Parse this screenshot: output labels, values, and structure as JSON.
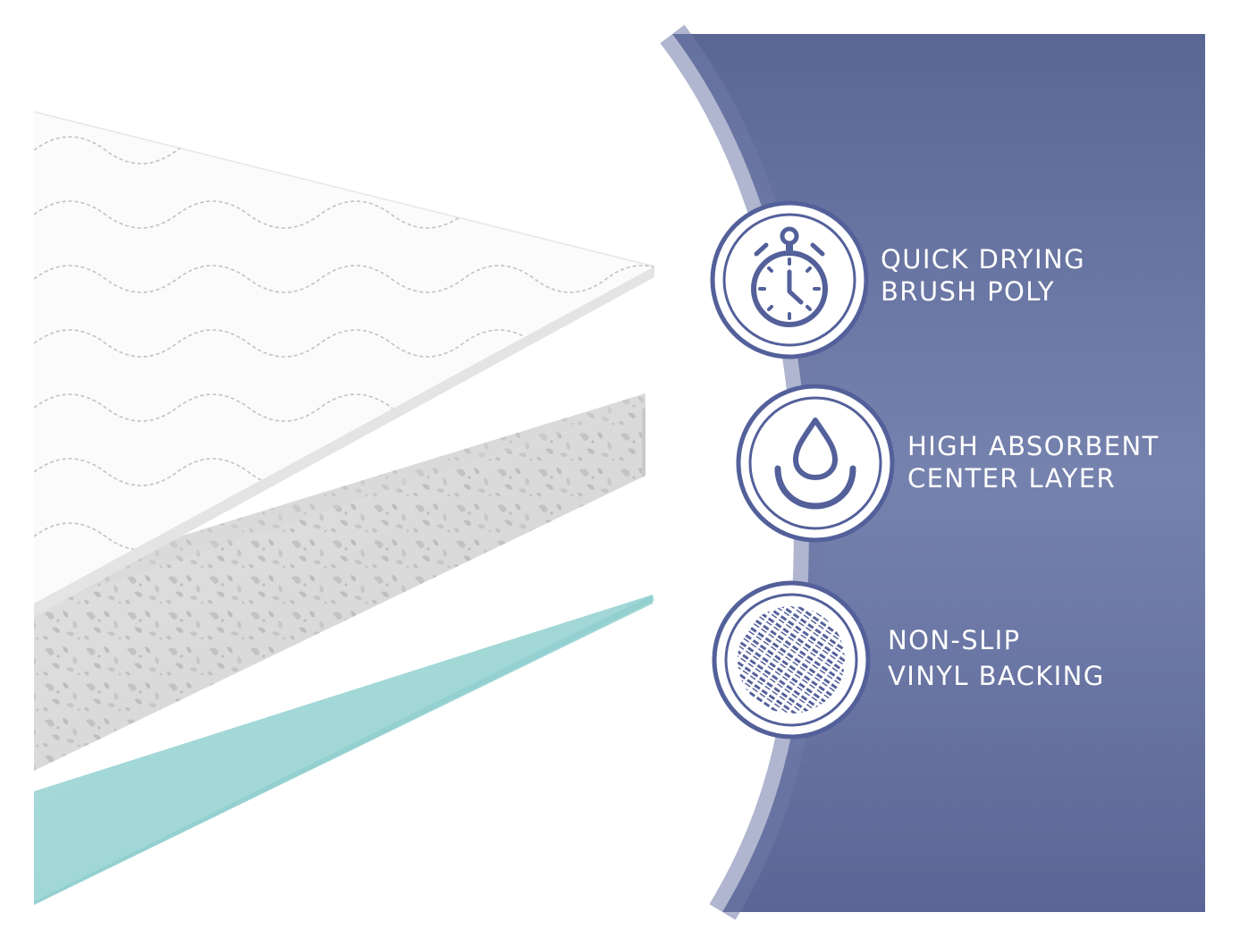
{
  "colors": {
    "panel": "#5e6b9d",
    "panel_glow": "#7681ad",
    "panel_edge": "#6f7aa8",
    "icon_ring": "#53609a",
    "icon_fill": "#ffffff",
    "top_layer": "#fbfbfb",
    "absorbent_layer": "#dedede",
    "absorbent_speckle": "#c4c4c4",
    "vinyl_layer": "#b7e2e2",
    "stitching": "#c9c9c9"
  },
  "features": [
    {
      "icon": "stopwatch-icon",
      "line1": "QUICK DRYING",
      "line2": "BRUSH POLY"
    },
    {
      "icon": "water-drop-icon",
      "line1": "HIGH ABSORBENT",
      "line2": "CENTER LAYER"
    },
    {
      "icon": "grip-texture-icon",
      "line1": "NON-SLIP",
      "line2": "VINYL BACKING"
    }
  ]
}
